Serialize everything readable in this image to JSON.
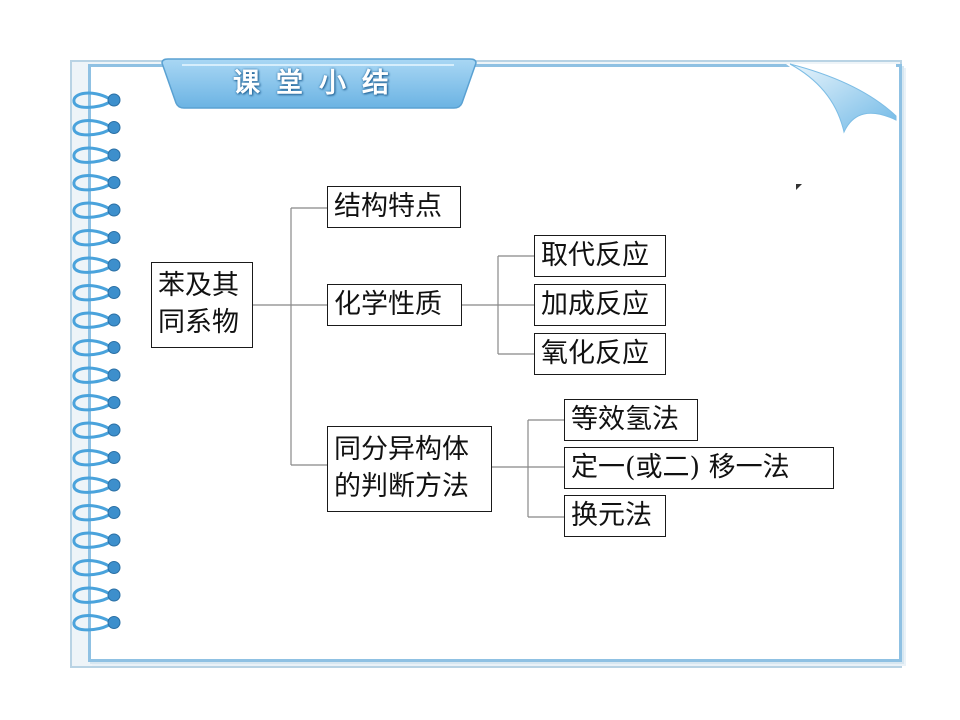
{
  "header": {
    "title": "课堂小结"
  },
  "colors": {
    "frame": "#8fc1e3",
    "tab": "#7fc0ea",
    "spiral": "#4aa3dc",
    "line": "#777777"
  },
  "diagram": {
    "root": {
      "line1": "苯及其",
      "line2": "同系物"
    },
    "branches": [
      {
        "label": "结构特点",
        "children": []
      },
      {
        "label": "化学性质",
        "children": [
          "取代反应",
          "加成反应",
          "氧化反应"
        ]
      },
      {
        "line1": "同分异构体",
        "line2": "的判断方法",
        "children": [
          "等效氢法",
          "定一(或二) 移一法",
          "换元法"
        ]
      }
    ]
  }
}
